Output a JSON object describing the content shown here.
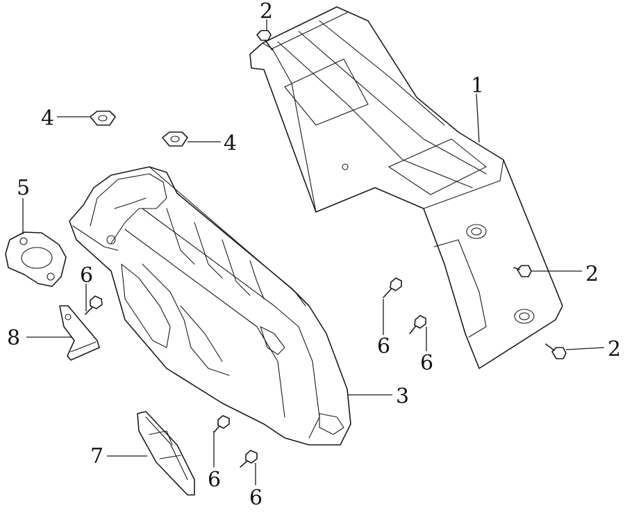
{
  "callouts": [
    {
      "id": "c1",
      "label": "1"
    },
    {
      "id": "c2a",
      "label": "2"
    },
    {
      "id": "c2b",
      "label": "2"
    },
    {
      "id": "c2c",
      "label": "2"
    },
    {
      "id": "c3",
      "label": "3"
    },
    {
      "id": "c4a",
      "label": "4"
    },
    {
      "id": "c4b",
      "label": "4"
    },
    {
      "id": "c5",
      "label": "5"
    },
    {
      "id": "c6a",
      "label": "6"
    },
    {
      "id": "c6b",
      "label": "6"
    },
    {
      "id": "c6c",
      "label": "6"
    },
    {
      "id": "c6d",
      "label": "6"
    },
    {
      "id": "c6e",
      "label": "6"
    },
    {
      "id": "c7",
      "label": "7"
    },
    {
      "id": "c8",
      "label": "8"
    }
  ]
}
